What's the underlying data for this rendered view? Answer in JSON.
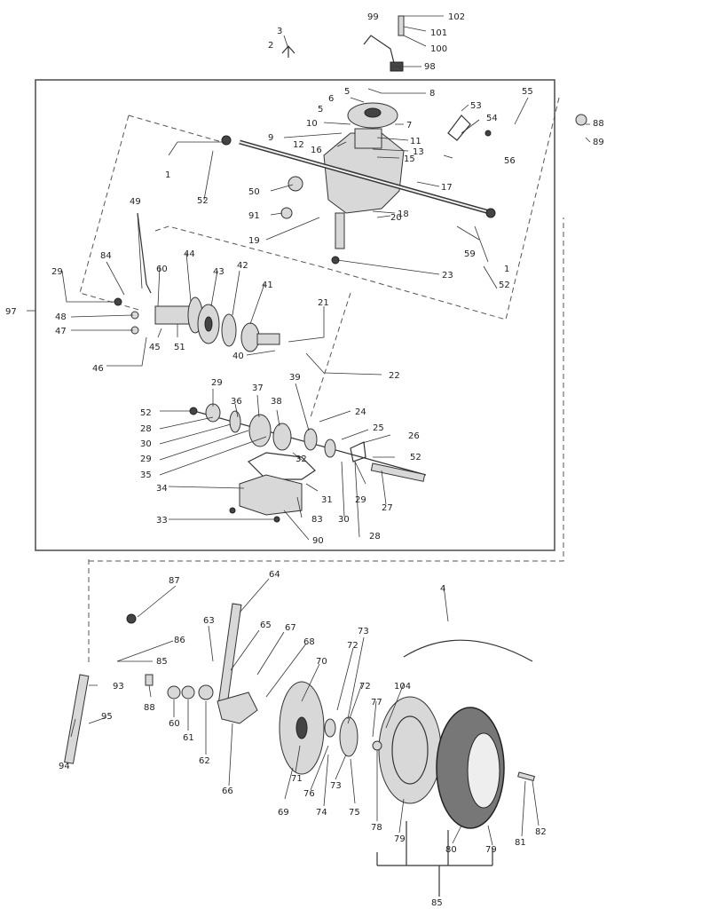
{
  "callouts": [
    "102",
    "101",
    "100",
    "99",
    "98",
    "3",
    "2",
    "8",
    "5",
    "6",
    "7",
    "5",
    "55",
    "53",
    "54",
    "88",
    "89",
    "10",
    "9",
    "11",
    "12",
    "16",
    "13",
    "15",
    "56",
    "1",
    "17",
    "50",
    "91",
    "20",
    "18",
    "19",
    "59",
    "1",
    "52",
    "49",
    "23",
    "52",
    "84",
    "60",
    "44",
    "43",
    "42",
    "29",
    "41",
    "97",
    "48",
    "47",
    "45",
    "51",
    "40",
    "21",
    "46",
    "22",
    "29",
    "37",
    "38",
    "39",
    "52",
    "36",
    "24",
    "25",
    "28",
    "26",
    "30",
    "32",
    "29",
    "52",
    "35",
    "31",
    "29",
    "30",
    "34",
    "83",
    "27",
    "28",
    "33",
    "90",
    "87",
    "64",
    "4",
    "63",
    "65",
    "67",
    "68",
    "86",
    "70",
    "72",
    "73",
    "85",
    "93",
    "72",
    "104",
    "88",
    "60",
    "77",
    "61",
    "95",
    "62",
    "71",
    "94",
    "66",
    "76",
    "73",
    "74",
    "75",
    "78",
    "69",
    "79",
    "81",
    "80",
    "79",
    "82",
    "85"
  ]
}
